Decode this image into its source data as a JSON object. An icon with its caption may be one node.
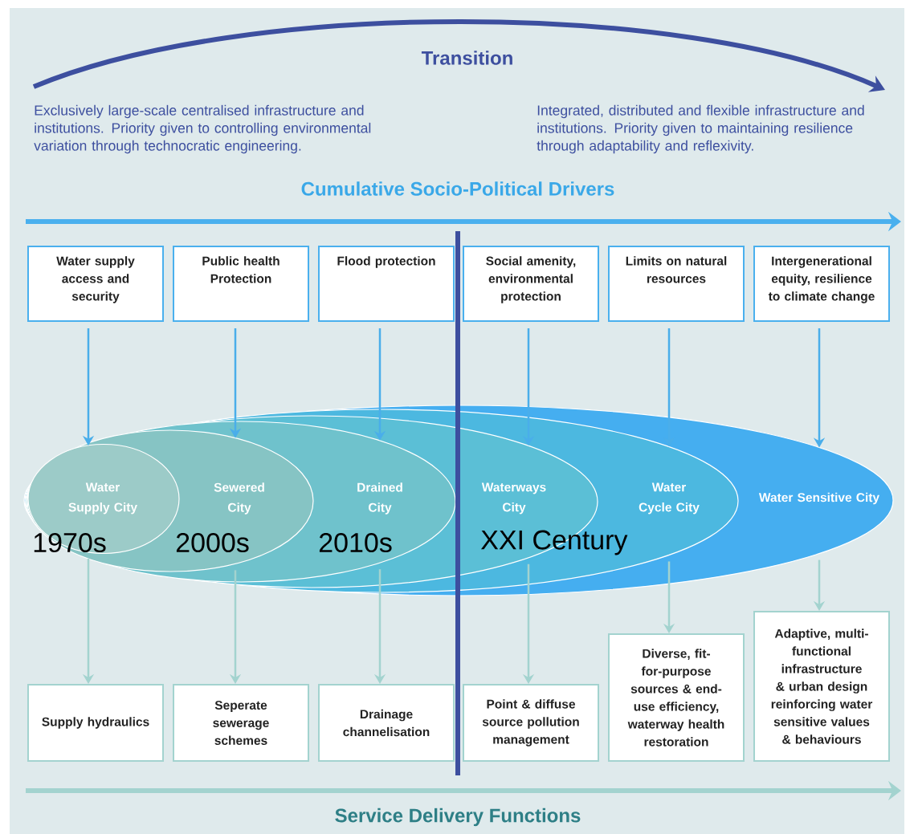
{
  "diagram": {
    "nodes": [
      {
        "text": [
          "Water supply access and security"
        ]
      },
      {
        "text": [
          "Public health Protection"
        ]
      },
      {
        "text": [
          "Flood protection"
        ]
      },
      {
        "text": [
          "Social amenity, environmental protection"
        ]
      },
      {
        "text": [
          "Limits on natural resources"
        ]
      },
      {
        "text": [
          "Intergenerational equity, resilience to climate change"
        ]
      },
      {
        "text": [
          "Water Supply City"
        ],
        "in": 7
      },
      {
        "text": [
          "Sewered City"
        ],
        "in": 8
      },
      {
        "text": [
          "Drained City"
        ],
        "in": 9
      },
      {
        "text": [
          "Waterways City"
        ],
        "in": 10
      },
      {
        "text": [
          "Water Cycle City"
        ],
        "in": 11
      },
      {
        "text": [
          "Water Sensitive City"
        ]
      },
      {
        "text": [
          "Supply hydraulics"
        ]
      },
      {
        "text": [
          "Seperate sewerage schemes"
        ]
      },
      {
        "text": [
          "Drainage channelisation"
        ]
      },
      {
        "text": [
          "Point & diffuse source pollution management"
        ]
      },
      {
        "text": [
          "Diverse, fit-for-purpose sources & end-use efficiency, waterway health restoration"
        ]
      },
      {
        "text": [
          "Adaptive, multi-functional infrastructure & urban design reinforcing water sensitive values & behaviours"
        ]
      }
    ],
    "edges": [
      {
        "from": 0,
        "to": 6,
        "arrow": "to",
        "color": "#4aaeea"
      },
      {
        "from": 1,
        "to": 7,
        "arrow": "to",
        "color": "#4aaeea"
      },
      {
        "from": 2,
        "to": 8,
        "arrow": "to",
        "color": "#4aaeea"
      },
      {
        "from": 3,
        "to": 9,
        "arrow": "to",
        "color": "#4aaeea"
      },
      {
        "from": 4,
        "to": 10,
        "arrow": "to",
        "color": "#4aaeea"
      },
      {
        "from": 5,
        "to": 11,
        "arrow": "to",
        "color": "#4aaeea"
      },
      {
        "from": 6,
        "to": 12,
        "arrow": "to",
        "color": "#a3d3cf"
      },
      {
        "from": 7,
        "to": 13,
        "arrow": "to",
        "color": "#a3d3cf"
      },
      {
        "from": 8,
        "to": 14,
        "arrow": "to",
        "color": "#a3d3cf"
      },
      {
        "from": 9,
        "to": 15,
        "arrow": "to",
        "color": "#a3d3cf"
      },
      {
        "from": 10,
        "to": 16,
        "arrow": "to",
        "color": "#a3d3cf"
      },
      {
        "from": 11,
        "to": 17,
        "arrow": "to",
        "color": "#a3d3cf"
      }
    ],
    "labels": [
      "Transition",
      "Exclusively large-scale centralised infrastructure and institutions. Priority given to controlling environmental variation through technocratic engineering.",
      "Integrated, distributed and flexible infrastructure and institutions. Priority given to maintaining resilience through adaptability and reflexivity.",
      "Cumulative Socio-Political Drivers",
      "1970s",
      "2000s",
      "2010s",
      "XXI Century",
      "Service Delivery Functions"
    ]
  }
}
